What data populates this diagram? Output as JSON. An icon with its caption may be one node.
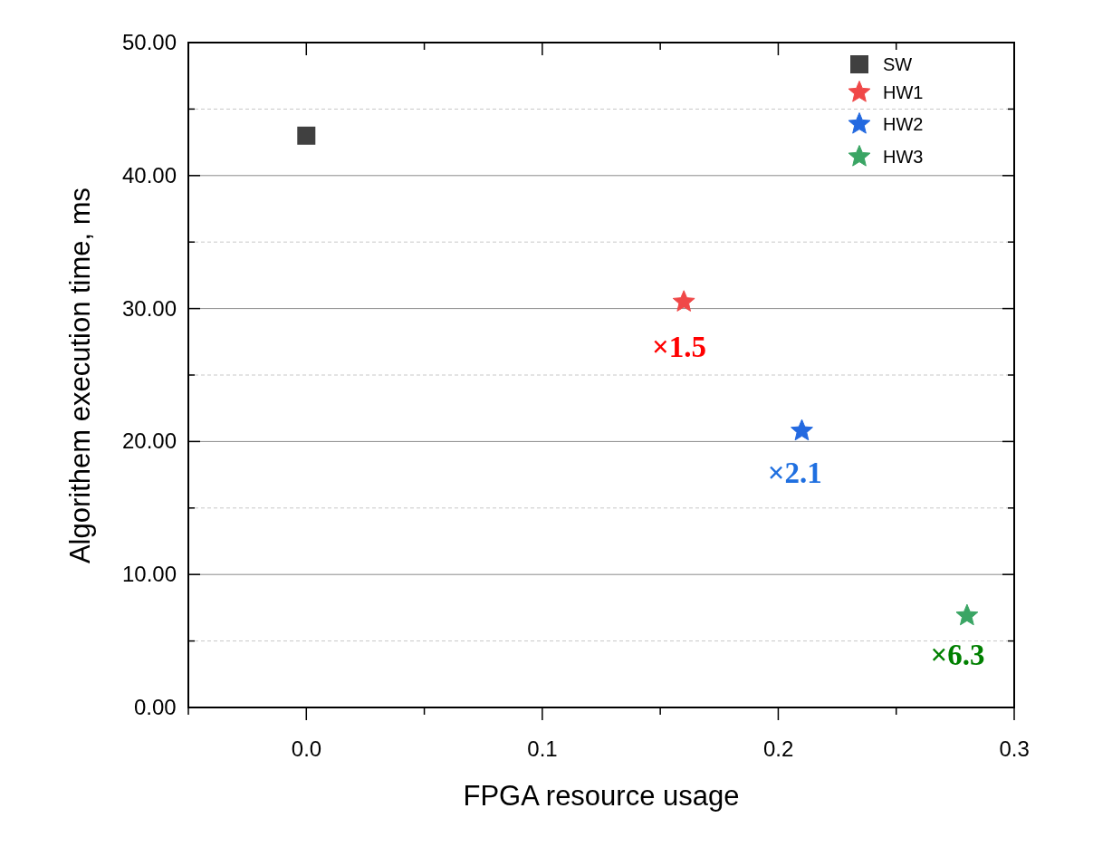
{
  "diagram": {
    "chart_data": {
      "type": "scatter",
      "xlabel": "FPGA resource usage",
      "ylabel": "Algorithem execution time, ms",
      "x": [
        0.0,
        0.16,
        0.21,
        0.28
      ],
      "series": [
        {
          "name": "SW",
          "color": "#404040",
          "values": [
            43.0,
            null,
            null,
            null
          ]
        },
        {
          "name": "HW1",
          "color": "#f04848",
          "values": [
            null,
            30.5,
            null,
            null
          ]
        },
        {
          "name": "HW2",
          "color": "#2369e0",
          "values": [
            null,
            null,
            20.8,
            null
          ]
        },
        {
          "name": "HW3",
          "color": "#3aa564",
          "values": [
            null,
            null,
            null,
            6.9
          ]
        }
      ],
      "xlim": [
        -0.05,
        0.3
      ],
      "ylim": [
        0,
        50
      ],
      "xticks": [
        {
          "value": 0,
          "label": "0.0"
        },
        {
          "value": 0.1,
          "label": "0.1"
        },
        {
          "value": 0.2,
          "label": "0.2"
        },
        {
          "value": 0.3,
          "label": "0.3"
        }
      ],
      "yticks": [
        {
          "value": 0,
          "label": "0.00"
        },
        {
          "value": 10,
          "label": "10.00"
        },
        {
          "value": 20,
          "label": "20.00"
        },
        {
          "value": 30,
          "label": "30.00"
        },
        {
          "value": 40,
          "label": "40.00"
        },
        {
          "value": 50,
          "label": "50.00"
        }
      ],
      "grid": true,
      "legend": "upper right",
      "annotations": [
        "×1.5",
        "×2.1",
        "×6.3"
      ]
    }
  }
}
